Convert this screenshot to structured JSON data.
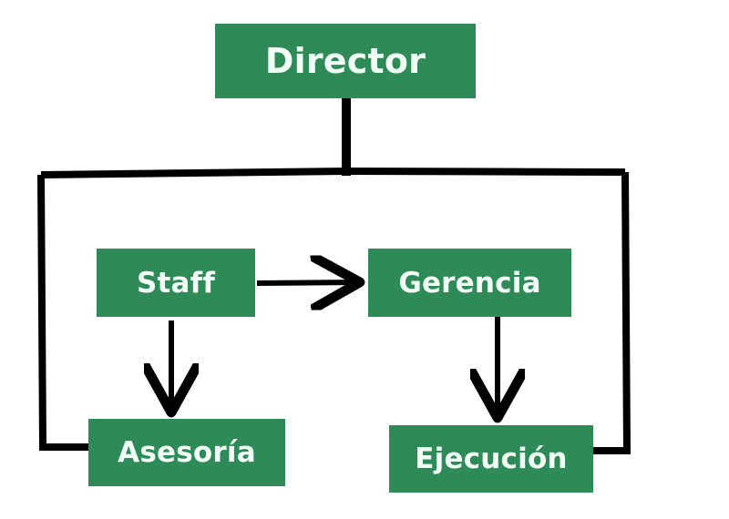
{
  "nodes": {
    "director": "Director",
    "staff": "Staff",
    "gerencia": "Gerencia",
    "asesoria": "Asesoría",
    "ejecucion": "Ejecución"
  },
  "colors": {
    "node_fill": "#2e8b57",
    "node_text": "#f2fff7",
    "connector": "#000000"
  }
}
